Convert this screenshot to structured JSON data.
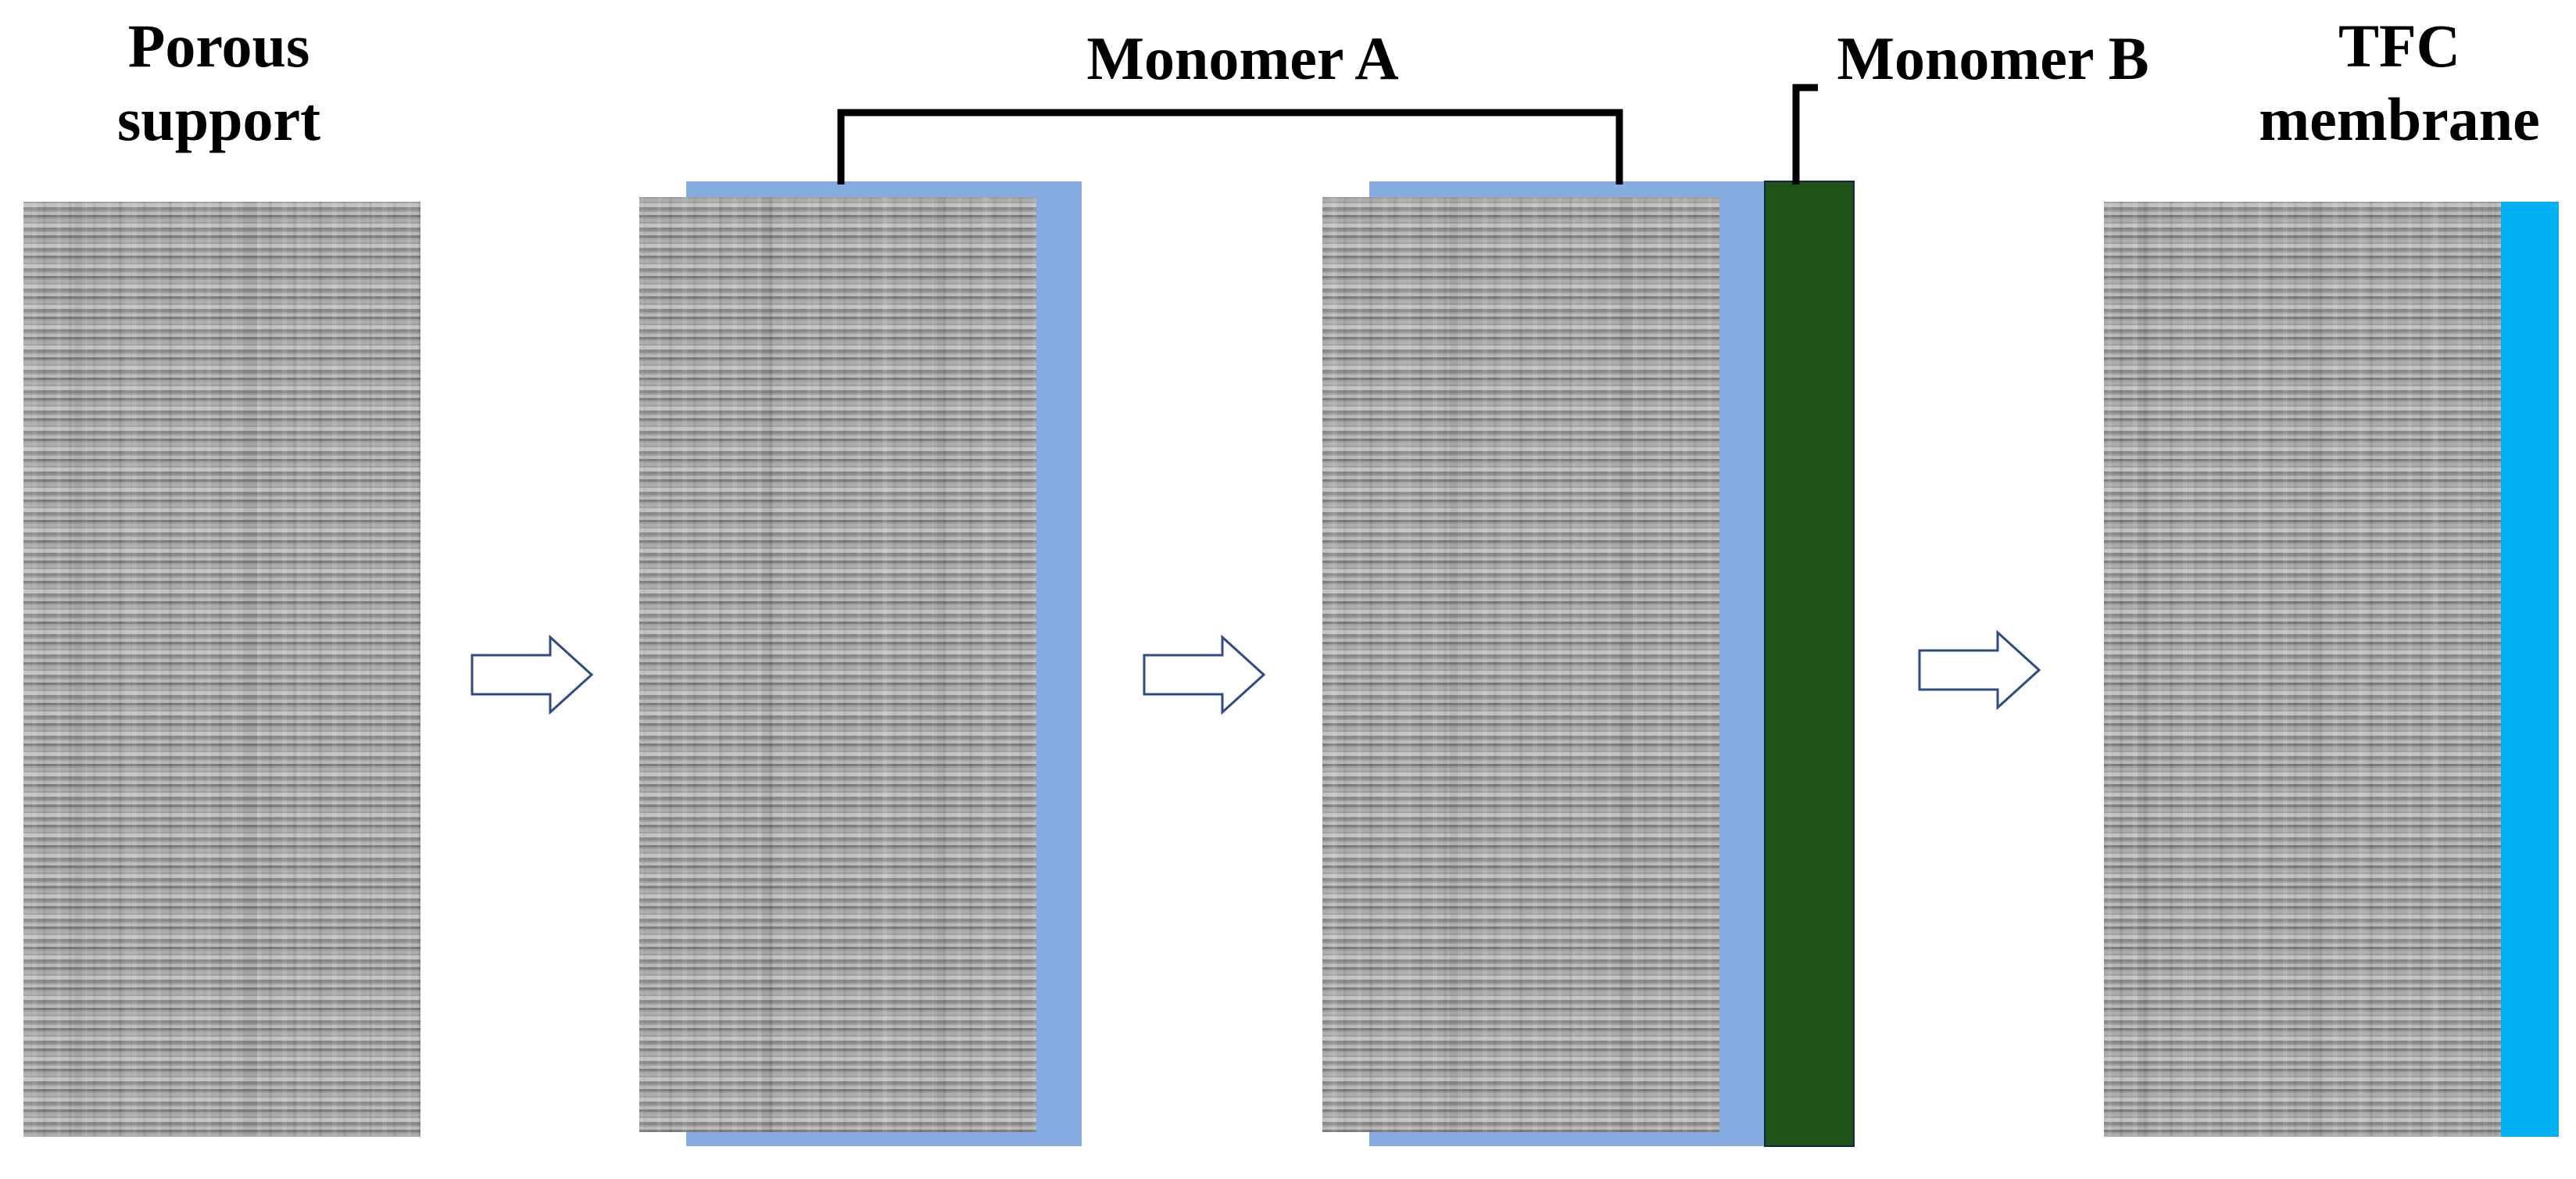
{
  "labels": {
    "porous_support": [
      "Porous",
      "support"
    ],
    "monomer_a": "Monomer A",
    "monomer_b": "Monomer B",
    "tfc_membrane": [
      "TFC",
      "membrane"
    ]
  },
  "colors": {
    "background": "#ffffff",
    "support_base": "#9e9e9e",
    "support_line_light": "#c4c4c4",
    "support_line_dark": "#7a7a7a",
    "monomer_a_layer": "#86abe0",
    "monomer_b_layer": "#1e5219",
    "tfc_active_layer": "#00b0f0",
    "arrow_stroke": "#2f4b82",
    "bracket": "#000000"
  },
  "icons": {
    "process_arrow": "right-arrow-outline-icon"
  }
}
